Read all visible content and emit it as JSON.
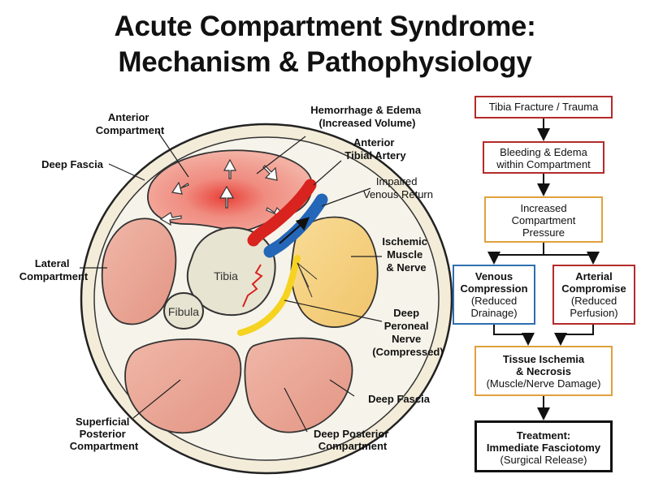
{
  "title": {
    "line1": "Acute Compartment Syndrome:",
    "line2": "Mechanism & Pathophysiology"
  },
  "anatomy": {
    "anterior_compartment": [
      "Anterior",
      "Compartment"
    ],
    "deep_fascia_left": "Deep Fascia",
    "lateral_compartment": [
      "Lateral",
      "Compartment"
    ],
    "superficial_posterior": [
      "Superficial",
      "Posterior",
      "Compartment"
    ],
    "deep_posterior": [
      "Deep Posterior",
      "Compartment"
    ],
    "deep_fascia_right": "Deep Fascia",
    "hemorrhage": [
      "Hemorrhage & Edema",
      "(Increased Volume)"
    ],
    "artery": [
      "Anterior",
      "Tibial Artery"
    ],
    "venous": [
      "Impaired",
      "Venous Return"
    ],
    "ischemic": [
      "Ischemic",
      "Muscle",
      "& Nerve"
    ],
    "nerve": [
      "Deep",
      "Peroneal",
      "Nerve",
      "(Compressed)"
    ],
    "tibia": "Tibia",
    "fibula": "Fibula"
  },
  "flowchart": {
    "step1": "Tibia Fracture / Trauma",
    "step2": [
      "Bleeding & Edema",
      "within Compartment"
    ],
    "step3": [
      "Increased",
      "Compartment",
      "Pressure"
    ],
    "venous": [
      "Venous",
      "Compression",
      "(Reduced",
      "Drainage)"
    ],
    "arterial": [
      "Arterial",
      "Compromise",
      "(Reduced",
      "Perfusion)"
    ],
    "ischemia": [
      "Tissue Ischemia",
      "& Necrosis",
      "(Muscle/Nerve Damage)"
    ],
    "treatment": [
      "Treatment:",
      "Immediate Fasciotomy",
      "(Surgical Release)"
    ]
  },
  "colors": {
    "red_border": "#b32b2b",
    "orange_border": "#e0a13c",
    "blue_border": "#2f6fb0",
    "black_border": "#111111",
    "muscle": "#e9a595",
    "hemorrhage": "#e8342c",
    "ischemic_muscle": "#f4cf7c",
    "nerve": "#f5d320",
    "artery": "#d8231e",
    "vein": "#2466b8",
    "bone": "#e8e4d2"
  }
}
